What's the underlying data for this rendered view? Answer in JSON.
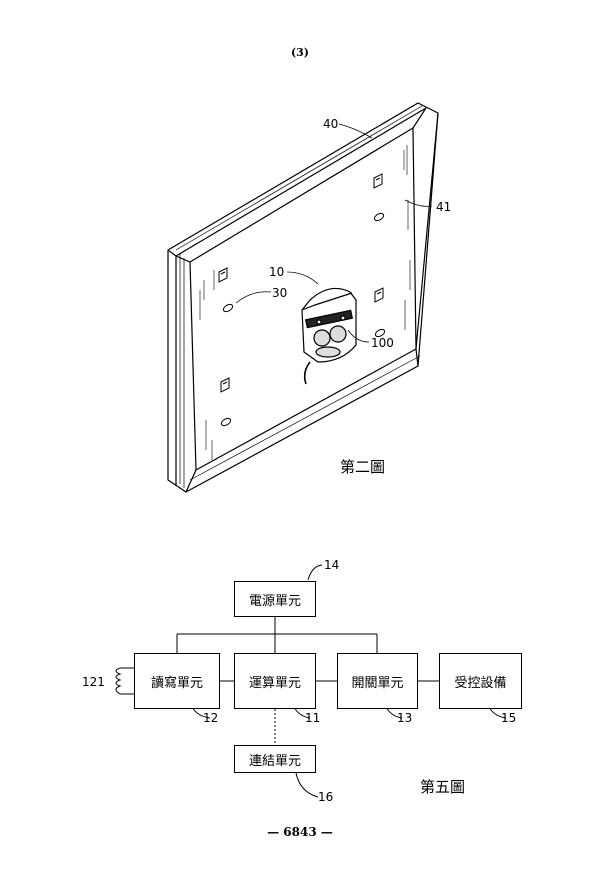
{
  "header": {
    "page_marker": "(3)"
  },
  "figure2": {
    "caption": "第二圖",
    "refs": {
      "frame": "40",
      "panel": "41",
      "device": "10",
      "holes": "30",
      "button_unit": "100"
    }
  },
  "figure5": {
    "caption": "第五圖",
    "blocks": {
      "power": "電源單元",
      "rw": "讀寫單元",
      "compute": "運算單元",
      "switch": "開關單元",
      "controlled": "受控設備",
      "link": "連結單元"
    },
    "refs": {
      "power": "14",
      "rw": "12",
      "compute": "11",
      "switch": "13",
      "controlled": "15",
      "link": "16",
      "coil": "121"
    }
  },
  "footer": {
    "page_number": "— 6843 —"
  }
}
